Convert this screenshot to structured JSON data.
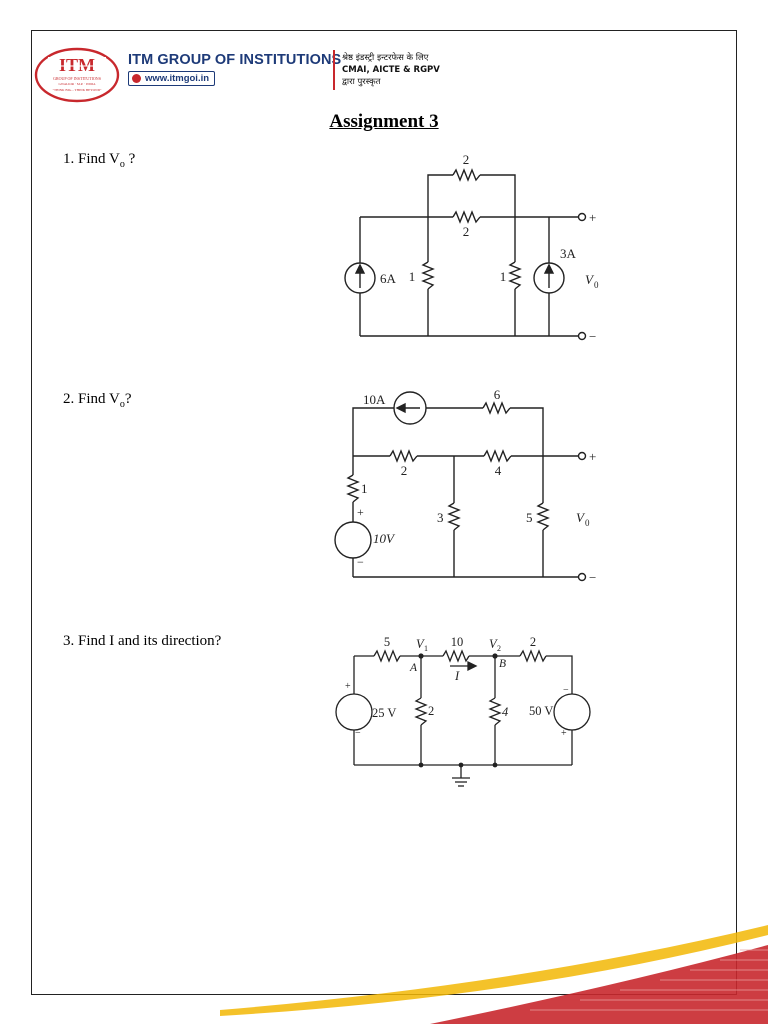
{
  "header": {
    "logo_text": "ITM",
    "logo_ring": "GROUP OF INSTITUTIONS · GWALIOR · M.P. · INDIA · THINK BIG... THINK BEYOND",
    "institution": "ITM GROUP OF INSTITUTIONS",
    "website": "www.itmgoi.in",
    "tagline_line1": "श्रेष्ठ इंडस्ट्री इन्टरफेस के लिए",
    "tagline_line2": "CMAI, AICTE & RGPV",
    "tagline_line3": "द्वारा पुरस्कृत"
  },
  "title": "Assignment 3",
  "questions": [
    {
      "prefix": "1. Find V",
      "sub": "o",
      "suffix": " ?"
    },
    {
      "prefix": "2. Find V",
      "sub": "o",
      "suffix": "?"
    },
    {
      "prefix": "3. Find I and its direction?",
      "sub": "",
      "suffix": ""
    }
  ],
  "circuit1": {
    "r_top": "2",
    "r_mid": "2",
    "r_left": "1",
    "r_right": "1",
    "src_left": "6A",
    "src_right": "3A",
    "out_label": "V",
    "out_sub": "0",
    "plus": "+",
    "minus": "−"
  },
  "circuit2": {
    "src_top": "10A",
    "r_top": "6",
    "r_a": "2",
    "r_b": "4",
    "r_series": "1",
    "r_mid": "3",
    "r_right": "5",
    "vsrc": "10V",
    "vsrc_plus": "+",
    "vsrc_minus": "−",
    "out_label": "V",
    "out_sub": "0",
    "plus": "+",
    "minus": "−"
  },
  "circuit3": {
    "r1": "5",
    "r2": "10",
    "r3": "2",
    "r4": "2",
    "r5": "4",
    "v1": "V",
    "v1_sub": "1",
    "v2": "V",
    "v2_sub": "2",
    "node_a": "A",
    "node_b": "B",
    "current": "I",
    "src_left": "25 V",
    "src_right": "50 V",
    "plus": "+",
    "minus": "−"
  },
  "colors": {
    "brand_blue": "#1d3a78",
    "brand_red": "#c8282d",
    "swoosh_yellow": "#f2b705",
    "swoosh_red": "#c8282d"
  }
}
